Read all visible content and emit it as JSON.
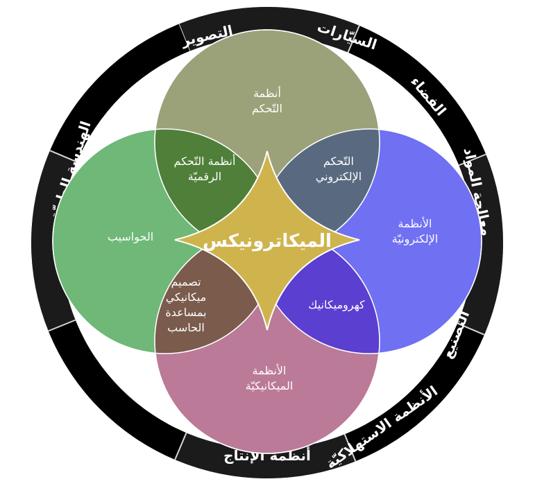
{
  "colors": {
    "ring_dark": "#1b1b1b",
    "ring_black": "#000000",
    "divider": "#d8d8d8",
    "control": "#9ba27a",
    "computers": "#6fb878",
    "electronics": "#7070f2",
    "mechanical": "#bb7a98",
    "digital_control": "#4f7f38",
    "electronic_control": "#596a80",
    "cad": "#7a5b4c",
    "electromechanics": "#5a3fd0",
    "core": "#cfb44e"
  },
  "ring": {
    "segments": [
      {
        "label": "السيّارات"
      },
      {
        "label": "الفضاء"
      },
      {
        "label": "معالجة المواد"
      },
      {
        "label": "التصنيع"
      },
      {
        "label": "الأنظمة الاستهلاكيّة"
      },
      {
        "label": "أنظمة الإنتاج"
      },
      {
        "label": "الهندسة الطبيّة"
      },
      {
        "label": "التصوير"
      }
    ]
  },
  "circles": {
    "control": "أنظمة التّحكم",
    "computers": "الحواسيب",
    "electronics": "الأنظمة الإلكترونيّة",
    "mechanical": "الأنظمة الميكانيكيّة"
  },
  "overlaps": {
    "digital_control": "أنظمة التّحكم الرقميّة",
    "electronic_control": "التّحكم الإلكتروني",
    "cad": "تصميم ميكانيكي بمساعدة الحاسب",
    "electromechanics": "كهروميكانيك"
  },
  "center": {
    "label": "الميكاترونيكس"
  }
}
